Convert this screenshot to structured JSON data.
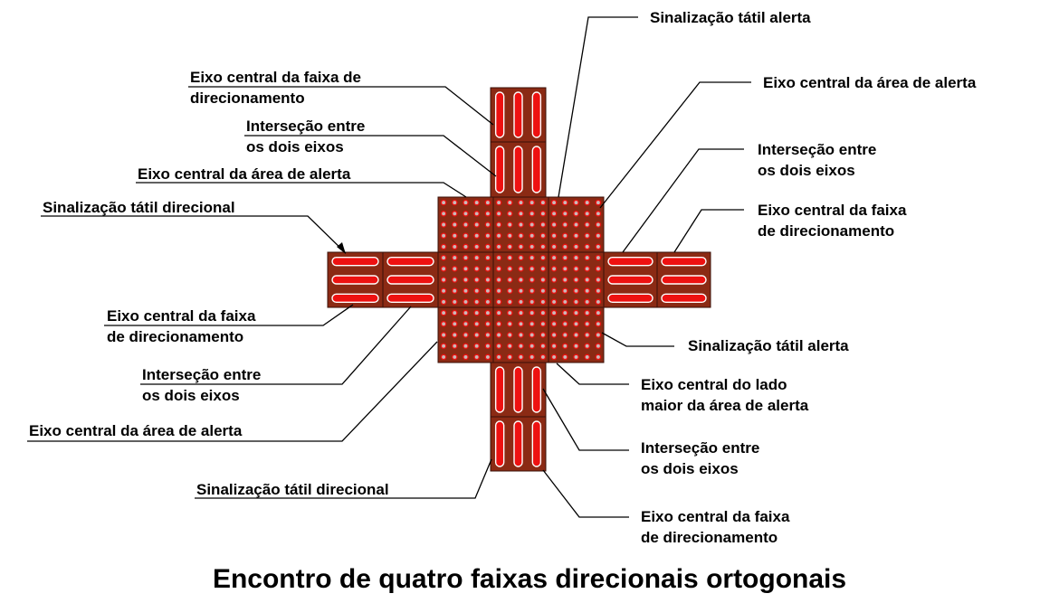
{
  "title": "Encontro de quatro faixas direcionais ortogonais",
  "labels": {
    "tl1_a": "Eixo central da faixa de",
    "tl1_b": "direcionamento",
    "tl2_a": "Interseção  entre",
    "tl2_b": "os dois eixos",
    "tl3": "Eixo central da área de alerta",
    "tl4": "Sinalização tátil direcional",
    "top": "Sinalização tátil alerta",
    "tr1": "Eixo central da área de alerta",
    "tr2_a": "Interseção entre",
    "tr2_b": "os dois eixos",
    "tr3_a": "Eixo central da faixa",
    "tr3_b": "de direcionamento",
    "bl1_a": "Eixo central da faixa",
    "bl1_b": "de direcionamento",
    "bl2_a": "Interseção entre",
    "bl2_b": "os dois eixos",
    "bl3": "Eixo central da área de alerta",
    "bl4": "Sinalização tátil direcional",
    "br1": "Sinalização tátil alerta",
    "br2_a": "Eixo central do lado",
    "br2_b": "maior da área de alerta",
    "br3_a": "Interseção entre",
    "br3_b": "os dois eixos",
    "br4_a": "Eixo central da faixa",
    "br4_b": "de direcionamento"
  },
  "colors": {
    "tile": "#8b2a14",
    "bar": "#ee1111",
    "dot": "#ee1111",
    "dot_fill": "#c9b8b8",
    "grid": "#ffffff"
  }
}
